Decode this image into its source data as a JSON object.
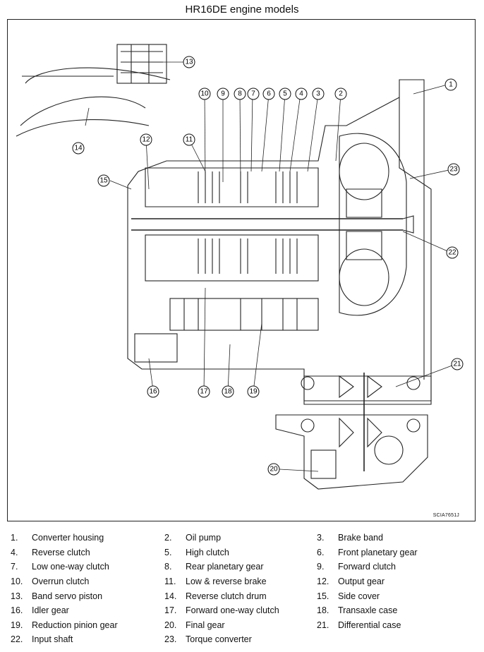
{
  "title": "HR16DE engine models",
  "figure_code": "SCIA7651J",
  "callouts": [
    "1",
    "2",
    "3",
    "4",
    "5",
    "6",
    "7",
    "8",
    "9",
    "10",
    "11",
    "12",
    "13",
    "14",
    "15",
    "16",
    "17",
    "18",
    "19",
    "20",
    "21",
    "22",
    "23"
  ],
  "legend": [
    {
      "num": "1.",
      "label": "Converter housing"
    },
    {
      "num": "2.",
      "label": "Oil pump"
    },
    {
      "num": "3.",
      "label": "Brake band"
    },
    {
      "num": "4.",
      "label": "Reverse clutch"
    },
    {
      "num": "5.",
      "label": "High clutch"
    },
    {
      "num": "6.",
      "label": "Front planetary gear"
    },
    {
      "num": "7.",
      "label": "Low one-way clutch"
    },
    {
      "num": "8.",
      "label": "Rear planetary gear"
    },
    {
      "num": "9.",
      "label": "Forward clutch"
    },
    {
      "num": "10.",
      "label": "Overrun clutch"
    },
    {
      "num": "11.",
      "label": "Low & reverse brake"
    },
    {
      "num": "12.",
      "label": "Output gear"
    },
    {
      "num": "13.",
      "label": "Band servo piston"
    },
    {
      "num": "14.",
      "label": "Reverse clutch drum"
    },
    {
      "num": "15.",
      "label": "Side cover"
    },
    {
      "num": "16.",
      "label": "Idler gear"
    },
    {
      "num": "17.",
      "label": "Forward one-way clutch"
    },
    {
      "num": "18.",
      "label": "Transaxle case"
    },
    {
      "num": "19.",
      "label": "Reduction pinion gear"
    },
    {
      "num": "20.",
      "label": "Final gear"
    },
    {
      "num": "21.",
      "label": "Differential case"
    },
    {
      "num": "22.",
      "label": "Input shaft"
    },
    {
      "num": "23.",
      "label": "Torque converter"
    }
  ]
}
